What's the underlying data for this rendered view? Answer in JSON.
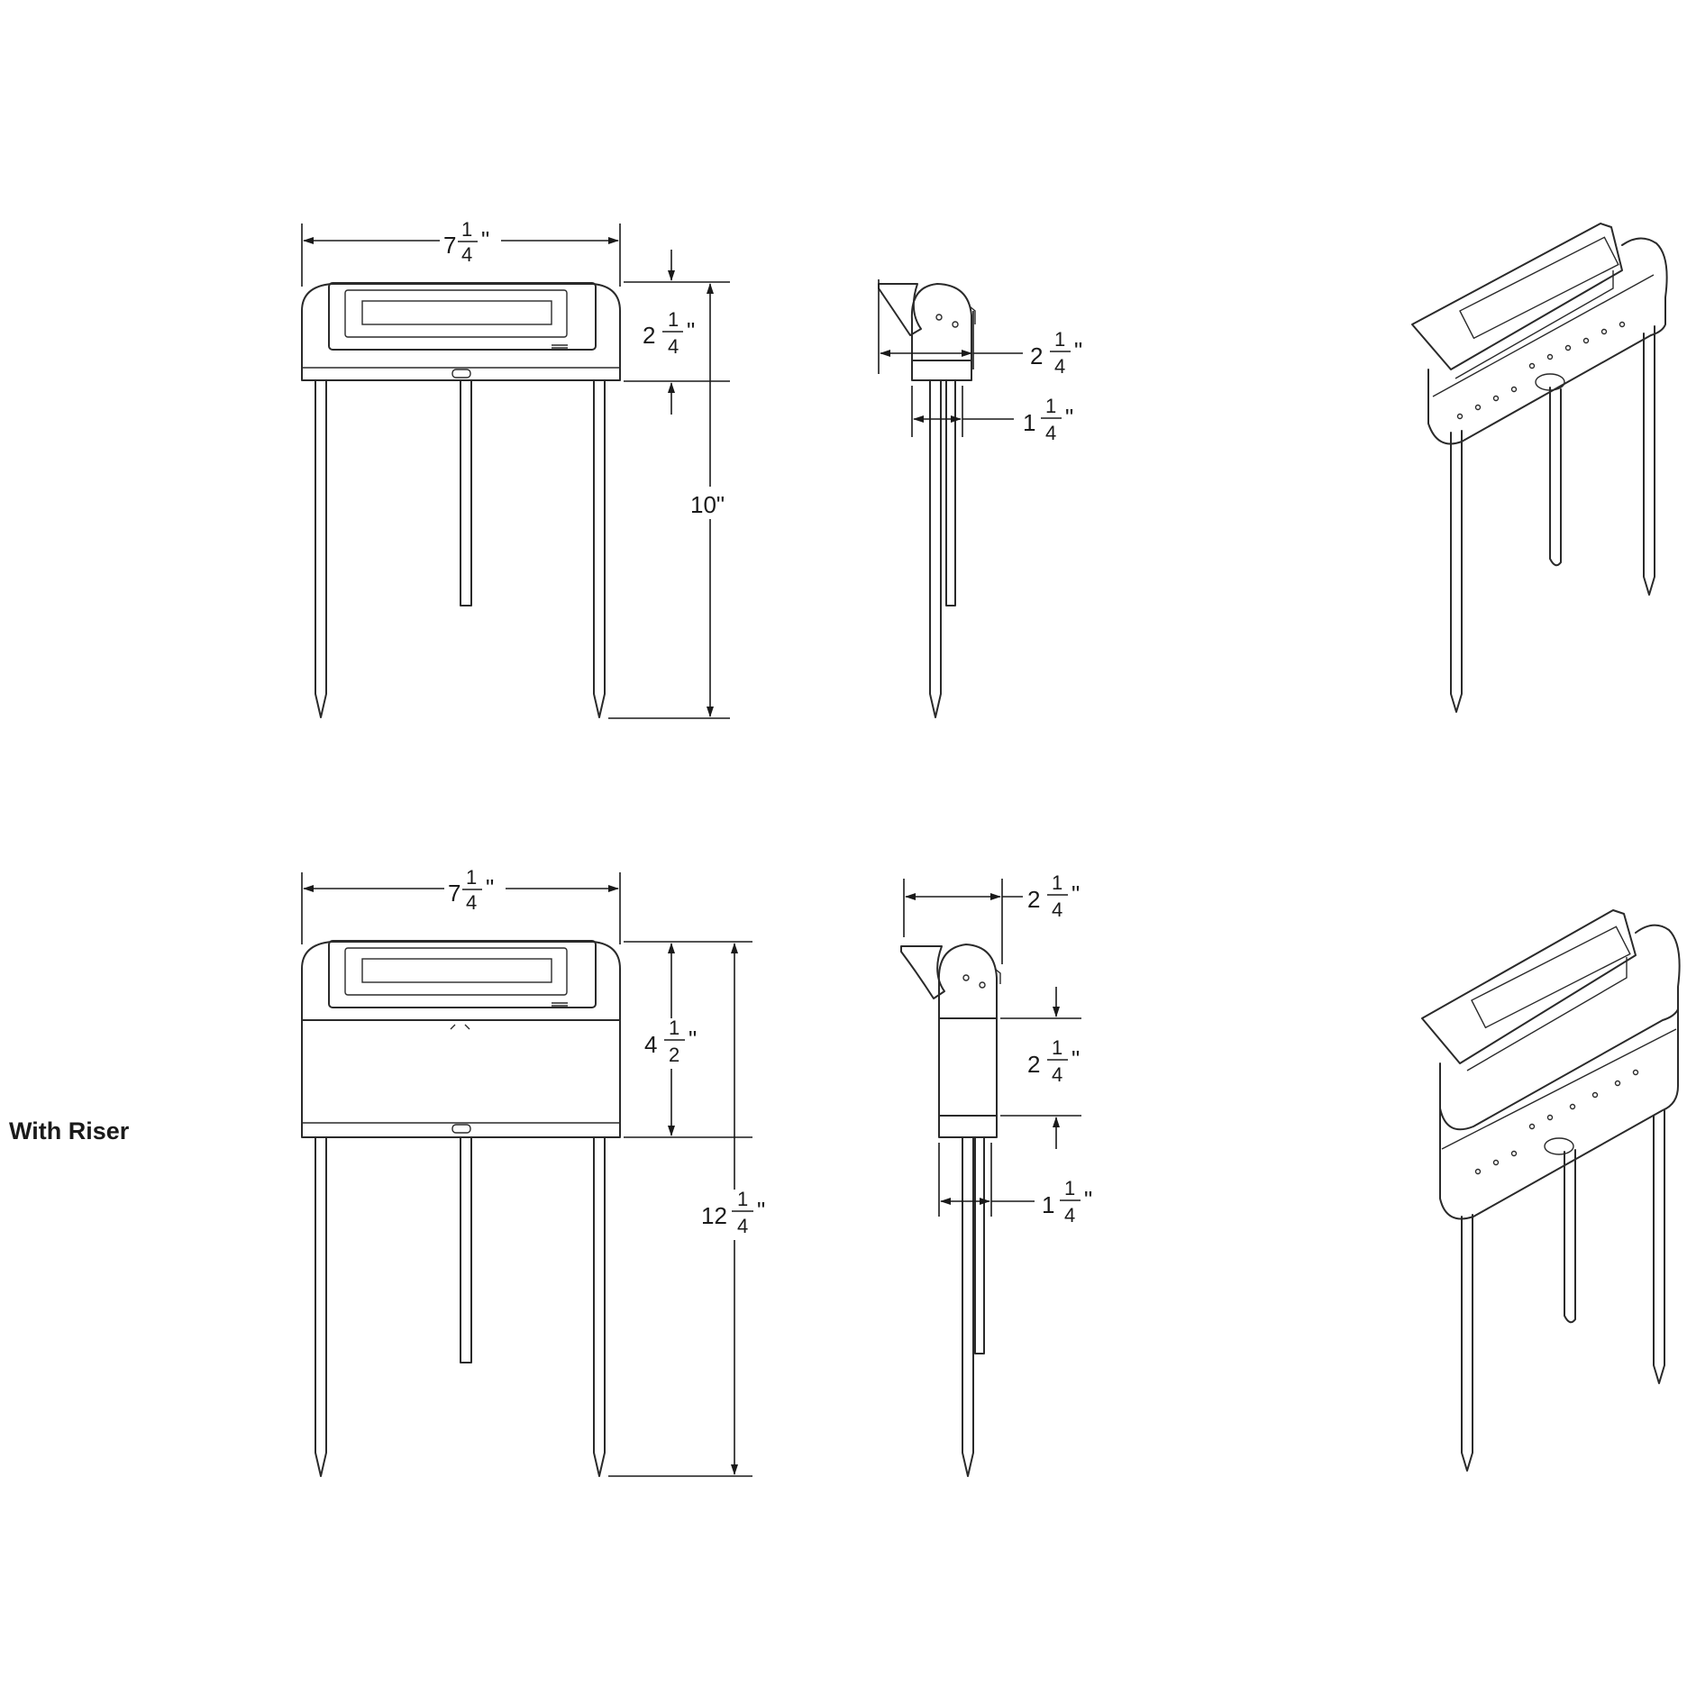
{
  "riser_label": "With Riser",
  "standard": {
    "front": {
      "width": "7¼\"",
      "head_height": "2¼\"",
      "total_height": "10\""
    },
    "side": {
      "head_depth": "2¼\"",
      "base_depth": "1¼\""
    }
  },
  "riser": {
    "front": {
      "width": "7¼\"",
      "head_height": "4½\"",
      "total_height": "12¼\""
    },
    "side": {
      "head_depth": "2¼\"",
      "riser_height": "2¼\"",
      "base_depth": "1¼\""
    }
  },
  "frac": {
    "whole_7": "7",
    "whole_2": "2",
    "whole_1": "1",
    "whole_4": "4",
    "whole_12": "12",
    "ten": "10\"",
    "num": "1",
    "den_4": "4",
    "den_2": "2",
    "inch": "\""
  }
}
